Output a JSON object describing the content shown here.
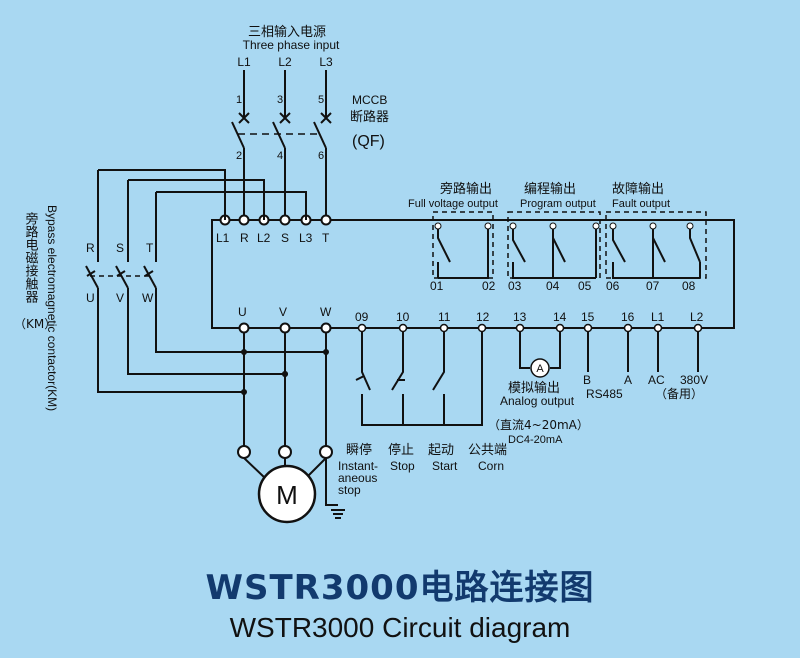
{
  "input": {
    "cn": "三相输入电源",
    "en": "Three phase input",
    "lines": [
      "L1",
      "L2",
      "L3"
    ],
    "top_numbers": [
      "1",
      "3",
      "5"
    ],
    "bottom_numbers": [
      "2",
      "4",
      "6"
    ]
  },
  "mccb": {
    "en": "MCCB",
    "cn": "断路器",
    "code": "(QF)"
  },
  "bypass": {
    "cn": "旁路电磁接触器",
    "en": "Bypass electromagnetic contactor(KM)",
    "code": "（KM）",
    "top": [
      "R",
      "S",
      "T"
    ],
    "bottom": [
      "U",
      "V",
      "W"
    ]
  },
  "top_terminals": [
    "L1",
    "R",
    "L2",
    "S",
    "L3",
    "T"
  ],
  "outputs": [
    {
      "cn": "旁路输出",
      "en": "Full voltage output"
    },
    {
      "cn": "编程输出",
      "en": "Program output"
    },
    {
      "cn": "故障输出",
      "en": "Fault output"
    }
  ],
  "relay_terminals": [
    "01",
    "02",
    "03",
    "04",
    "05",
    "06",
    "07",
    "08"
  ],
  "motor_terminals": [
    "U",
    "V",
    "W"
  ],
  "control_terminals": [
    "09",
    "10",
    "11",
    "12",
    "13",
    "14",
    "15",
    "16",
    "L1",
    "L2"
  ],
  "controls": [
    {
      "cn": "瞬停",
      "en": "Instant-\naneous\nstop"
    },
    {
      "cn": "停止",
      "en": "Stop"
    },
    {
      "cn": "起动",
      "en": "Start"
    },
    {
      "cn": "公共端",
      "en": "Corn"
    }
  ],
  "analog": {
    "symbol": "A",
    "cn": "模拟输出",
    "en": "Analog output",
    "range_cn": "（直流4~20mA）",
    "range_en": "DC4-20mA"
  },
  "rs485": {
    "b": "B",
    "a": "A",
    "label": "RS485"
  },
  "power_aux": {
    "ac": "AC",
    "v": "380V",
    "note": "（备用）"
  },
  "motor": {
    "label": "M"
  },
  "title": {
    "cn": "WSTR3000电路连接图",
    "en": "WSTR3000 Circuit  diagram"
  }
}
